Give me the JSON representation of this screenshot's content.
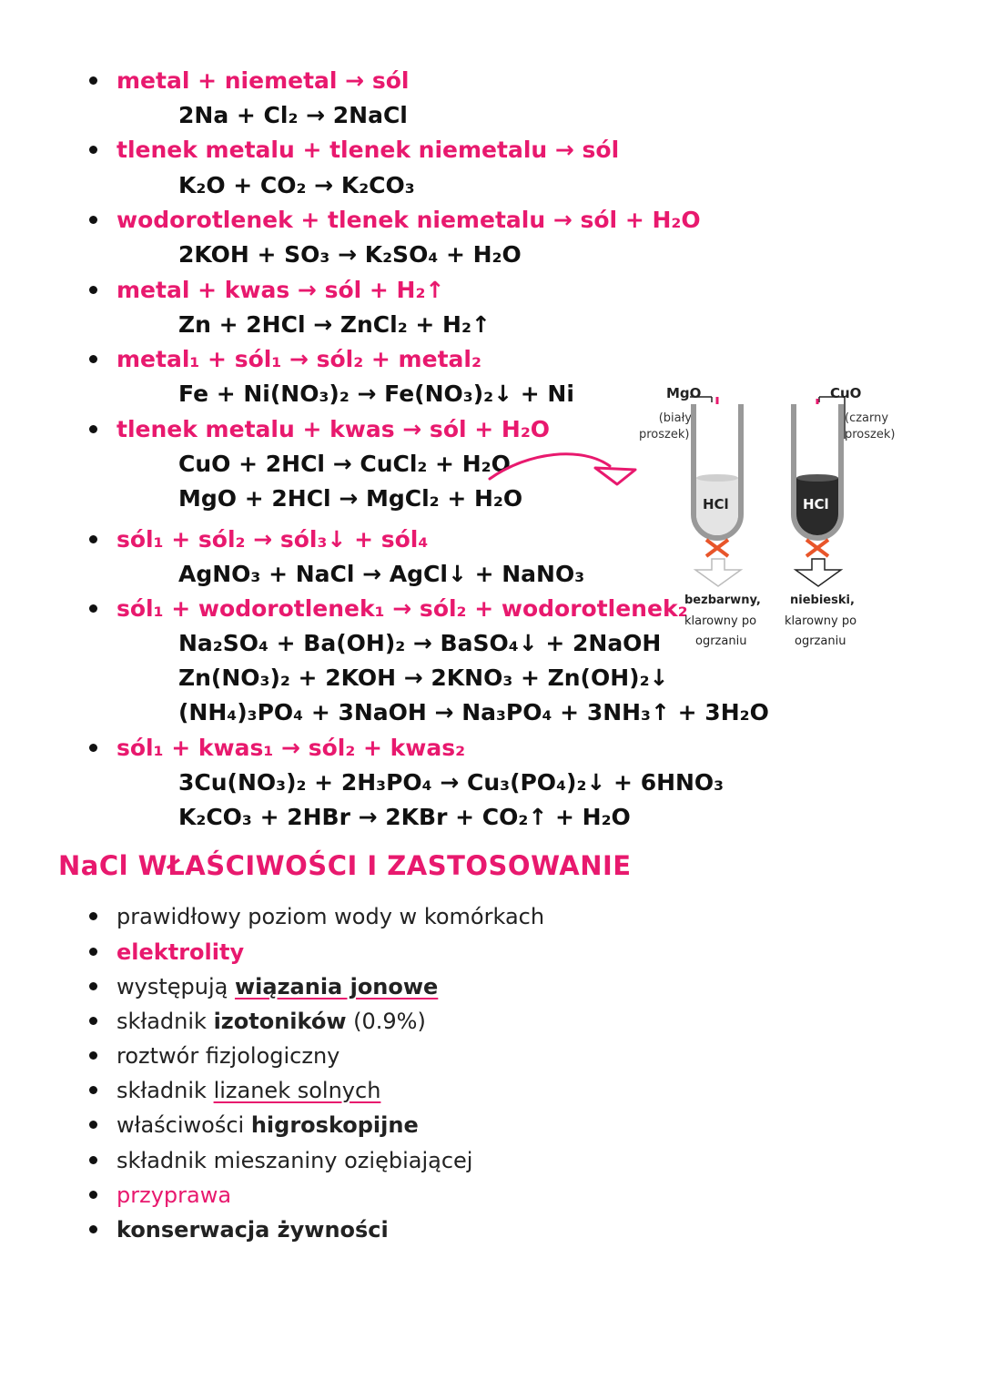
{
  "reactions": [
    {
      "rule": "metal + niemetal → sól",
      "examples": [
        "2Na + Cl₂ → 2NaCl"
      ]
    },
    {
      "rule": "tlenek metalu + tlenek niemetalu → sól",
      "examples": [
        "K₂O + CO₂ → K₂CO₃"
      ]
    },
    {
      "rule": "wodorotlenek + tlenek niemetalu → sól + H₂O",
      "examples": [
        "2KOH + SO₃ → K₂SO₄ + H₂O"
      ]
    },
    {
      "rule": "metal + kwas → sól + H₂↑",
      "examples": [
        "Zn + 2HCl → ZnCl₂ + H₂↑"
      ]
    },
    {
      "rule": "metal₁ + sól₁ → sól₂ + metal₂",
      "examples": [
        "Fe + Ni(NO₃)₂ → Fe(NO₃)₂↓ + Ni"
      ]
    },
    {
      "rule": "tlenek metalu + kwas → sól + H₂O",
      "examples": [
        "CuO + 2HCl → CuCl₂ + H₂O",
        "MgO + 2HCl → MgCl₂ + H₂O"
      ]
    },
    {
      "rule": "sól₁ + sól₂ → sól₃↓ + sól₄",
      "examples": [
        "AgNO₃ + NaCl → AgCl↓ + NaNO₃"
      ]
    },
    {
      "rule": "sól₁ + wodorotlenek₁ → sól₂ + wodorotlenek₂",
      "examples": [
        "Na₂SO₄ + Ba(OH)₂ → BaSO₄↓ + 2NaOH",
        "Zn(NO₃)₂ + 2KOH → 2KNO₃ + Zn(OH)₂↓",
        "(NH₄)₃PO₄ + 3NaOH → Na₃PO₄ + 3NH₃↑ + 3H₂O"
      ]
    },
    {
      "rule": "sól₁ + kwas₁ → sól₂ + kwas₂",
      "examples": [
        "3Cu(NO₃)₂ + 2H₃PO₄ → Cu₃(PO₄)₂↓ + 6HNO₃",
        "K₂CO₃ + 2HBr → 2KBr + CO₂↑ + H₂O"
      ]
    }
  ],
  "experiment": {
    "left": {
      "reagent": "MgO",
      "note1": "(biały",
      "note2": "proszek)",
      "acid": "HCl",
      "result1": "bezbarwny,",
      "result2": "klarowny po",
      "result3": "ogrzaniu",
      "liquid_color": "#e4e4e4"
    },
    "right": {
      "reagent": "CuO",
      "note1": "(czarny",
      "note2": "proszek)",
      "acid": "HCl",
      "result1": "niebieski,",
      "result2": "klarowny po",
      "result3": "ogrzaniu",
      "liquid_color": "#2a2a2a"
    }
  },
  "section_title": "NaCl WŁAŚCIWOŚCI I ZASTOSOWANIE",
  "properties": {
    "p1": "prawidłowy poziom wody w komórkach",
    "p2": "elektrolity",
    "p3_a": "występują ",
    "p3_b": "wiązania jonowe",
    "p4_a": "składnik ",
    "p4_b": "izotoników",
    "p4_c": " (0.9%)",
    "p5": "roztwór fizjologiczny",
    "p6_a": "składnik ",
    "p6_b": "lizanek solnych",
    "p7_a": "właściwości ",
    "p7_b": "higroskopijne",
    "p8": "składnik mieszaniny oziębiającej",
    "p9": "przyprawa",
    "p10": "konserwacja żywności"
  },
  "colors": {
    "accent": "#e8196e",
    "red_x": "#e8552a"
  }
}
